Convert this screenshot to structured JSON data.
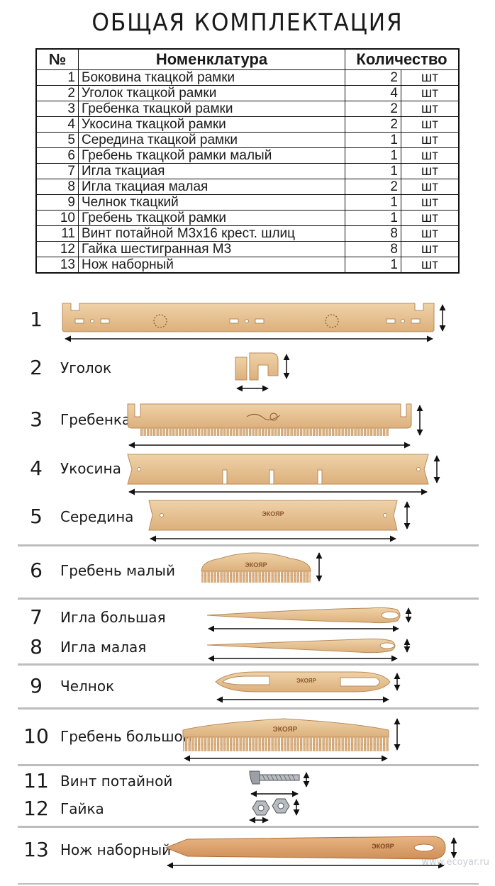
{
  "title": "ОБЩАЯ КОМПЛЕКТАЦИЯ",
  "table": {
    "headers": {
      "num": "№",
      "name": "Номенклатура",
      "qty": "Количество"
    },
    "rows": [
      {
        "num": "1",
        "name": "Боковина ткацкой рамки",
        "qty": "2",
        "unit": "шт"
      },
      {
        "num": "2",
        "name": "Уголок ткацкой рамки",
        "qty": "4",
        "unit": "шт"
      },
      {
        "num": "3",
        "name": "Гребенка ткацкой рамки",
        "qty": "2",
        "unit": "шт"
      },
      {
        "num": "4",
        "name": "Укосина ткацкой рамки",
        "qty": "2",
        "unit": "шт"
      },
      {
        "num": "5",
        "name": "Середина ткацкой рамки",
        "qty": "1",
        "unit": "шт"
      },
      {
        "num": "6",
        "name": "Гребень ткацкой рамки малый",
        "qty": "1",
        "unit": "шт"
      },
      {
        "num": "7",
        "name": "Игла ткациая",
        "qty": "1",
        "unit": "шт"
      },
      {
        "num": "8",
        "name": "Игла ткациая малая",
        "qty": "2",
        "unit": "шт"
      },
      {
        "num": "9",
        "name": "Челнок ткацкий",
        "qty": "1",
        "unit": "шт"
      },
      {
        "num": "10",
        "name": "Гребень ткацкой рамки",
        "qty": "1",
        "unit": "шт"
      },
      {
        "num": "11",
        "name": "Винт потайной М3х16 крест. шлиц",
        "qty": "8",
        "unit": "шт"
      },
      {
        "num": "12",
        "name": "Гайка шестигранная М3",
        "qty": "8",
        "unit": "шт"
      },
      {
        "num": "13",
        "name": "Нож наборный",
        "qty": "1",
        "unit": "шт"
      }
    ]
  },
  "parts": [
    {
      "num": "1",
      "label": ""
    },
    {
      "num": "2",
      "label": "Уголок"
    },
    {
      "num": "3",
      "label": "Гребенка"
    },
    {
      "num": "4",
      "label": "Укосина"
    },
    {
      "num": "5",
      "label": "Середина"
    },
    {
      "num": "6",
      "label": "Гребень малый"
    },
    {
      "num": "7",
      "label": "Игла большая"
    },
    {
      "num": "8",
      "label": "Игла малая"
    },
    {
      "num": "9",
      "label": "Челнок"
    },
    {
      "num": "10",
      "label": "Гребень большой"
    },
    {
      "num": "11",
      "label": "Винт потайной"
    },
    {
      "num": "12",
      "label": "Гайка"
    },
    {
      "num": "13",
      "label": "Нож наборный"
    }
  ],
  "brand": {
    "name": "ЭКОЯР",
    "site": "www.ecoyar.ru"
  },
  "watermark": "www.ecoyar.ru",
  "colors": {
    "wood": "#e8c59a",
    "wood_edge": "#b98a5a",
    "wood_dark": "#d7a36d",
    "separator": "#bdbdbd"
  }
}
